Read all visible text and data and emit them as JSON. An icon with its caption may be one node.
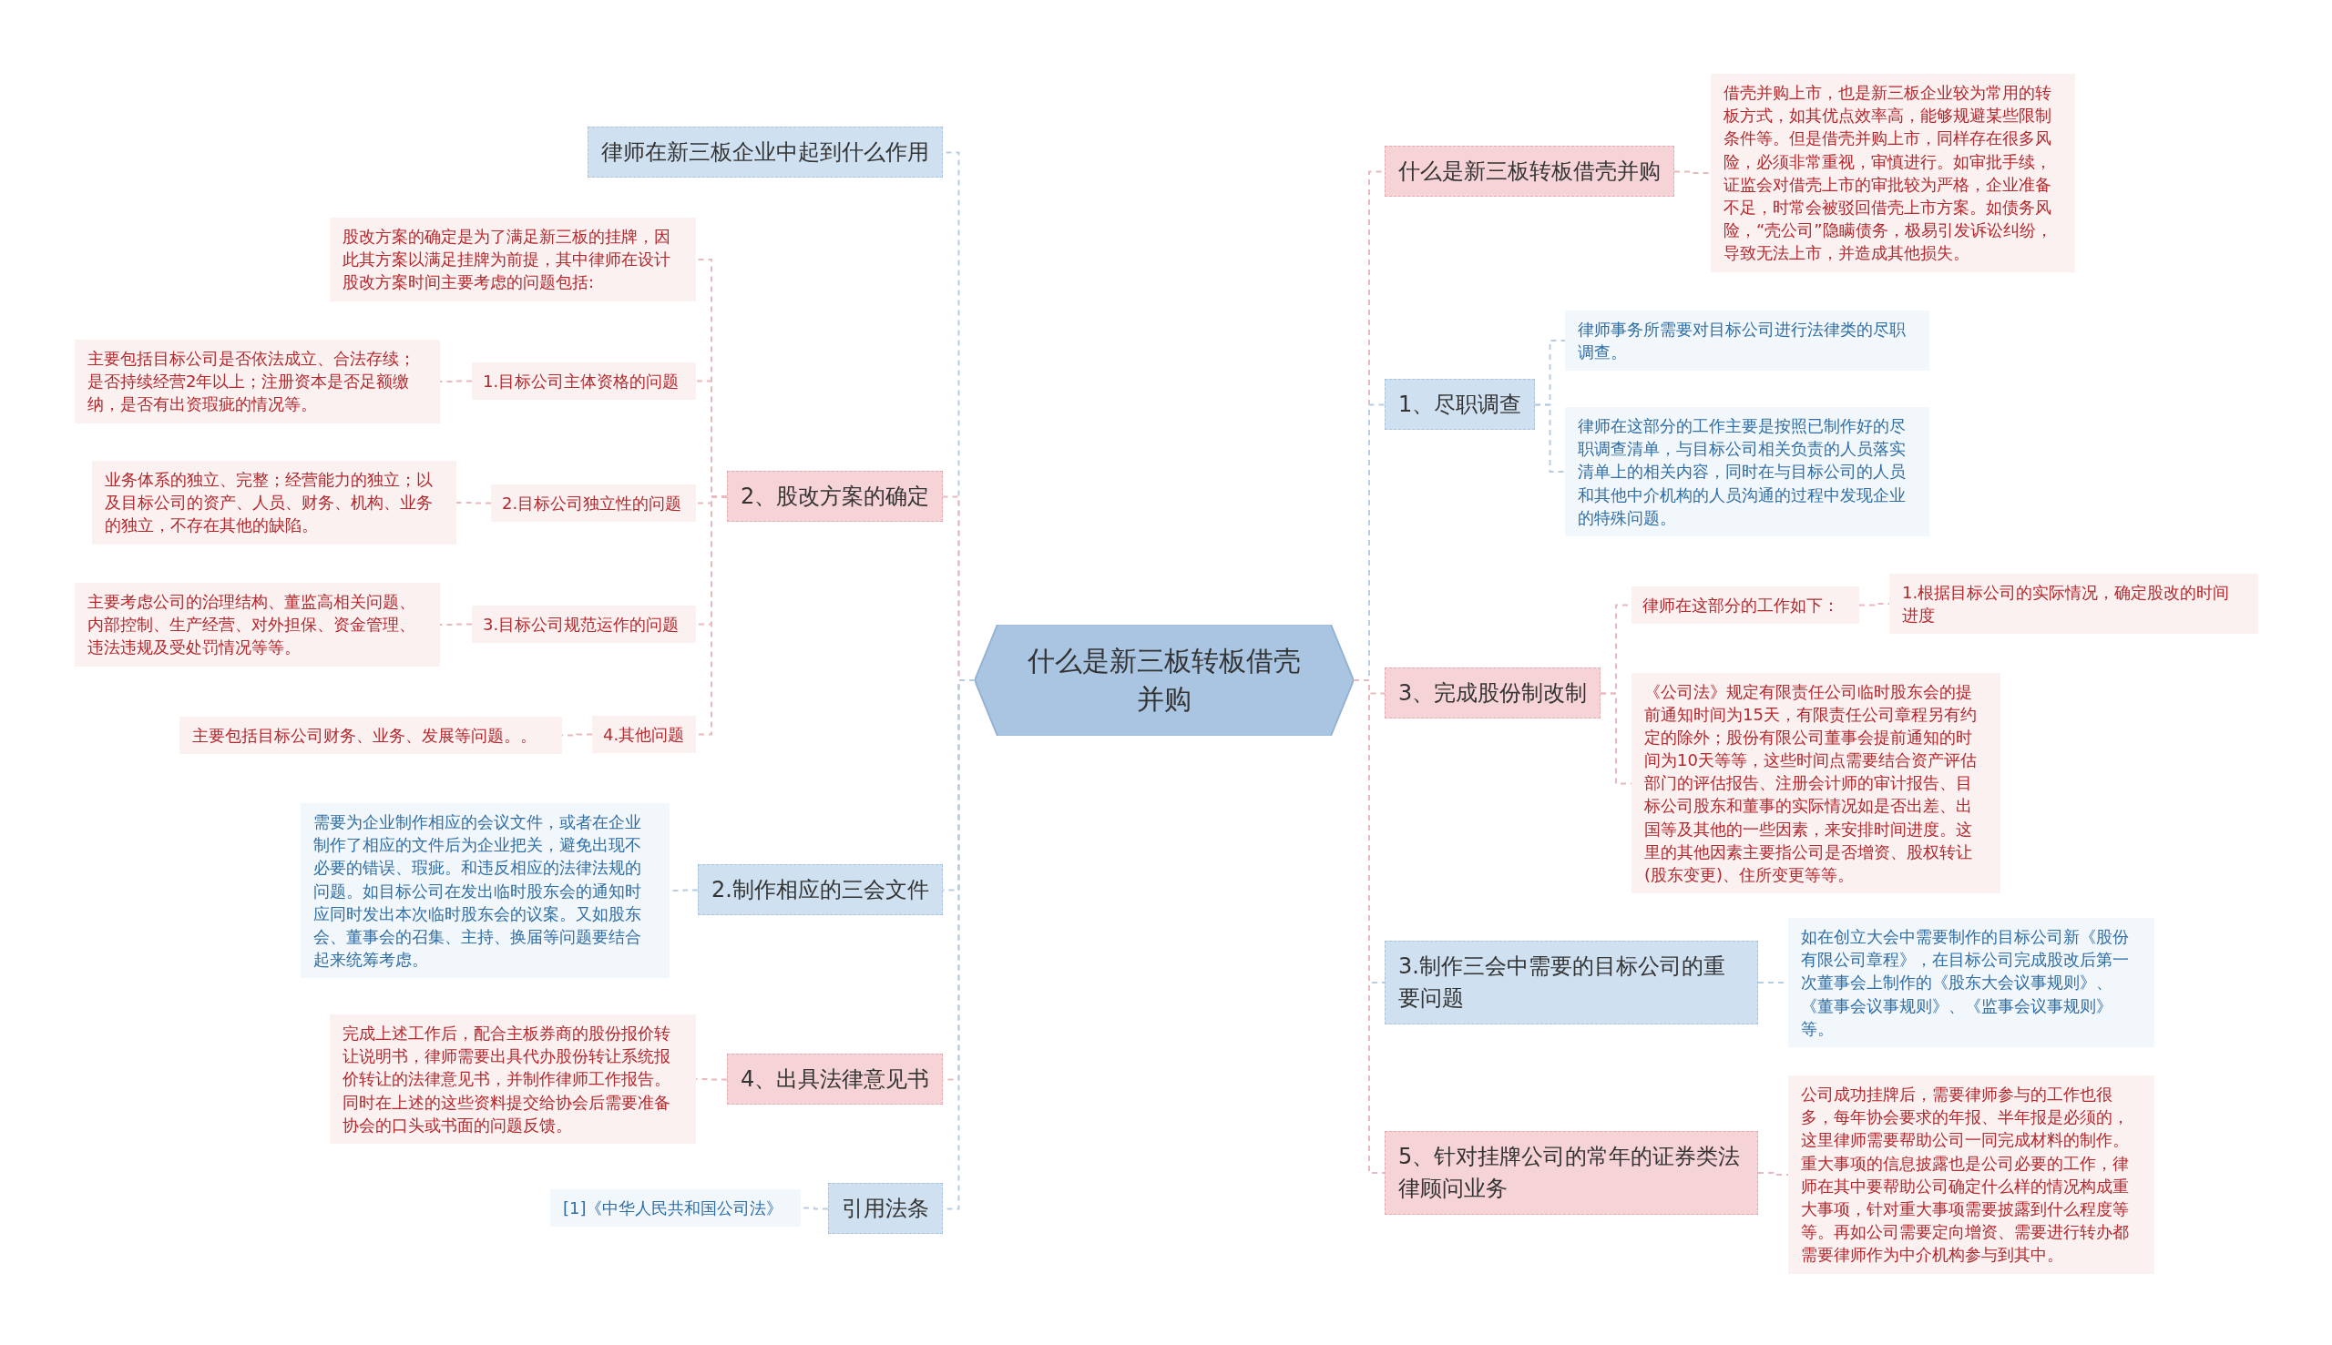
{
  "diagram": {
    "nodes": [
      {
        "text": [
          "什么是新三板转板借壳并购"
        ]
      },
      {
        "text": [
          "律师在新三板企业中起到什么作用"
        ]
      },
      {
        "text": [
          "2、股改方案的确定"
        ]
      },
      {
        "text": [
          "股改方案的确定是为了满足新三板的挂牌，因此其方案以满足挂牌为前提，其中律师在设计股改方案时间主要考虑的问题包括:"
        ]
      },
      {
        "text": [
          "1.目标公司主体资格的问题"
        ]
      },
      {
        "text": [
          "主要包括目标公司是否依法成立、合法存续；是否持续经营2年以上；注册资本是否足额缴纳，是否有出资瑕疵的情况等。"
        ]
      },
      {
        "text": [
          "2.目标公司独立性的问题"
        ]
      },
      {
        "text": [
          "业务体系的独立、完整；经营能力的独立；以及目标公司的资产、人员、财务、机构、业务的独立，不存在其他的缺陷。"
        ]
      },
      {
        "text": [
          "3.目标公司规范运作的问题"
        ]
      },
      {
        "text": [
          "主要考虑公司的治理结构、董监高相关问题、内部控制、生产经营、对外担保、资金管理、违法违规及受处罚情况等等。"
        ]
      },
      {
        "text": [
          "4.其他问题"
        ]
      },
      {
        "text": [
          "主要包括目标公司财务、业务、发展等问题。。"
        ]
      },
      {
        "text": [
          "2.制作相应的三会文件"
        ]
      },
      {
        "text": [
          "需要为企业制作相应的会议文件，或者在企业制作了相应的文件后为企业把关，避免出现不必要的错误、瑕疵。和违反相应的法律法规的问题。如目标公司在发出临时股东会的通知时应同时发出本次临时股东会的议案。又如股东会、董事会的召集、主持、换届等问题要结合起来统筹考虑。"
        ]
      },
      {
        "text": [
          "4、出具法律意见书"
        ]
      },
      {
        "text": [
          "完成上述工作后，配合主板券商的股份报价转让说明书，律师需要出具代办股份转让系统报价转让的法律意见书，并制作律师工作报告。同时在上述的这些资料提交给协会后需要准备协会的口头或书面的问题反馈。"
        ]
      },
      {
        "text": [
          "引用法条"
        ]
      },
      {
        "text": [
          "[1]《中华人民共和国公司法》"
        ]
      },
      {
        "text": [
          "什么是新三板转板借壳并购"
        ]
      },
      {
        "text": [
          "借壳并购上市，也是新三板企业较为常用的转板方式，如其优点效率高，能够规避某些限制条件等。但是借壳并购上市，同样存在很多风险，必须非常重视，审慎进行。如审批手续，证监会对借壳上市的审批较为严格，企业准备不足，时常会被驳回借壳上市方案。如债务风险，“壳公司”隐瞒债务，极易引发诉讼纠纷，导致无法上市，并造成其他损失。"
        ]
      },
      {
        "text": [
          "1、尽职调查"
        ]
      },
      {
        "text": [
          "律师事务所需要对目标公司进行法律类的尽职调查。"
        ]
      },
      {
        "text": [
          "律师在这部分的工作主要是按照已制作好的尽职调查清单，与目标公司相关负责的人员落实清单上的相关内容，同时在与目标公司的人员和其他中介机构的人员沟通的过程中发现企业的特殊问题。"
        ]
      },
      {
        "text": [
          "3、完成股份制改制"
        ]
      },
      {
        "text": [
          "律师在这部分的工作如下："
        ]
      },
      {
        "text": [
          "1.根据目标公司的实际情况，确定股改的时间进度"
        ]
      },
      {
        "text": [
          "《公司法》规定有限责任公司临时股东会的提前通知时间为15天，有限责任公司章程另有约定的除外；股份有限公司董事会提前通知的时间为10天等等，这些时间点需要结合资产评估部门的评估报告、注册会计师的审计报告、目标公司股东和董事的实际情况如是否出差、出国等及其他的一些因素，来安排时间进度。这里的其他因素主要指公司是否增资、股权转让(股东变更)、住所变更等等。"
        ]
      },
      {
        "text": [
          "3.制作三会中需要的目标公司的重要问题"
        ]
      },
      {
        "text": [
          "如在创立大会中需要制作的目标公司新《股份有限公司章程》，在目标公司完成股改后第一次董事会上制作的《股东大会议事规则》、《董事会议事规则》、《监事会议事规则》等。"
        ]
      },
      {
        "text": [
          "5、针对挂牌公司的常年的证券类法律顾问业务"
        ]
      },
      {
        "text": [
          "公司成功挂牌后，需要律师参与的工作也很多，每年协会要求的年报、半年报是必须的，这里律师需要帮助公司一同完成材料的制作。重大事项的信息披露也是公司必要的工作，律师在其中要帮助公司确定什么样的情况构成重大事项，针对重大事项需要披露到什么程度等等。再如公司需要定向增资、需要进行转办都需要律师作为中介机构参与到其中。"
        ]
      }
    ],
    "edges": [
      {
        "from": 0,
        "to": 1,
        "arrow": "none",
        "color": "#b9cde2"
      },
      {
        "from": 0,
        "to": 2,
        "arrow": "none",
        "color": "#e9b9bd"
      },
      {
        "from": 2,
        "to": 3,
        "arrow": "none",
        "color": "#e9b9bd"
      },
      {
        "from": 2,
        "to": 4,
        "arrow": "none",
        "color": "#e9b9bd"
      },
      {
        "from": 4,
        "to": 5,
        "arrow": "none",
        "color": "#e9b9bd"
      },
      {
        "from": 2,
        "to": 6,
        "arrow": "none",
        "color": "#e9b9bd"
      },
      {
        "from": 6,
        "to": 7,
        "arrow": "none",
        "color": "#e9b9bd"
      },
      {
        "from": 2,
        "to": 8,
        "arrow": "none",
        "color": "#e9b9bd"
      },
      {
        "from": 8,
        "to": 9,
        "arrow": "none",
        "color": "#e9b9bd"
      },
      {
        "from": 2,
        "to": 10,
        "arrow": "none",
        "color": "#e9b9bd"
      },
      {
        "from": 10,
        "to": 11,
        "arrow": "none",
        "color": "#e9b9bd"
      },
      {
        "from": 0,
        "to": 12,
        "arrow": "none",
        "color": "#b9cde2"
      },
      {
        "from": 12,
        "to": 13,
        "arrow": "none",
        "color": "#b9cde2"
      },
      {
        "from": 0,
        "to": 14,
        "arrow": "none",
        "color": "#e9b9bd"
      },
      {
        "from": 14,
        "to": 15,
        "arrow": "none",
        "color": "#e9b9bd"
      },
      {
        "from": 0,
        "to": 16,
        "arrow": "none",
        "color": "#b9cde2"
      },
      {
        "from": 16,
        "to": 17,
        "arrow": "none",
        "color": "#b9cde2"
      },
      {
        "from": 0,
        "to": 18,
        "arrow": "none",
        "color": "#e9b9bd"
      },
      {
        "from": 18,
        "to": 19,
        "arrow": "none",
        "color": "#e9b9bd"
      },
      {
        "from": 0,
        "to": 20,
        "arrow": "none",
        "color": "#b9cde2"
      },
      {
        "from": 20,
        "to": 21,
        "arrow": "none",
        "color": "#b9cde2"
      },
      {
        "from": 20,
        "to": 22,
        "arrow": "none",
        "color": "#b9cde2"
      },
      {
        "from": 0,
        "to": 23,
        "arrow": "none",
        "color": "#e9b9bd"
      },
      {
        "from": 23,
        "to": 24,
        "arrow": "none",
        "color": "#e9b9bd"
      },
      {
        "from": 24,
        "to": 25,
        "arrow": "none",
        "color": "#e9b9bd"
      },
      {
        "from": 23,
        "to": 26,
        "arrow": "none",
        "color": "#e9b9bd"
      },
      {
        "from": 0,
        "to": 27,
        "arrow": "none",
        "color": "#b9cde2"
      },
      {
        "from": 27,
        "to": 28,
        "arrow": "none",
        "color": "#b9cde2"
      },
      {
        "from": 0,
        "to": 29,
        "arrow": "none",
        "color": "#e9b9bd"
      },
      {
        "from": 29,
        "to": 30,
        "arrow": "none",
        "color": "#e9b9bd"
      }
    ]
  }
}
